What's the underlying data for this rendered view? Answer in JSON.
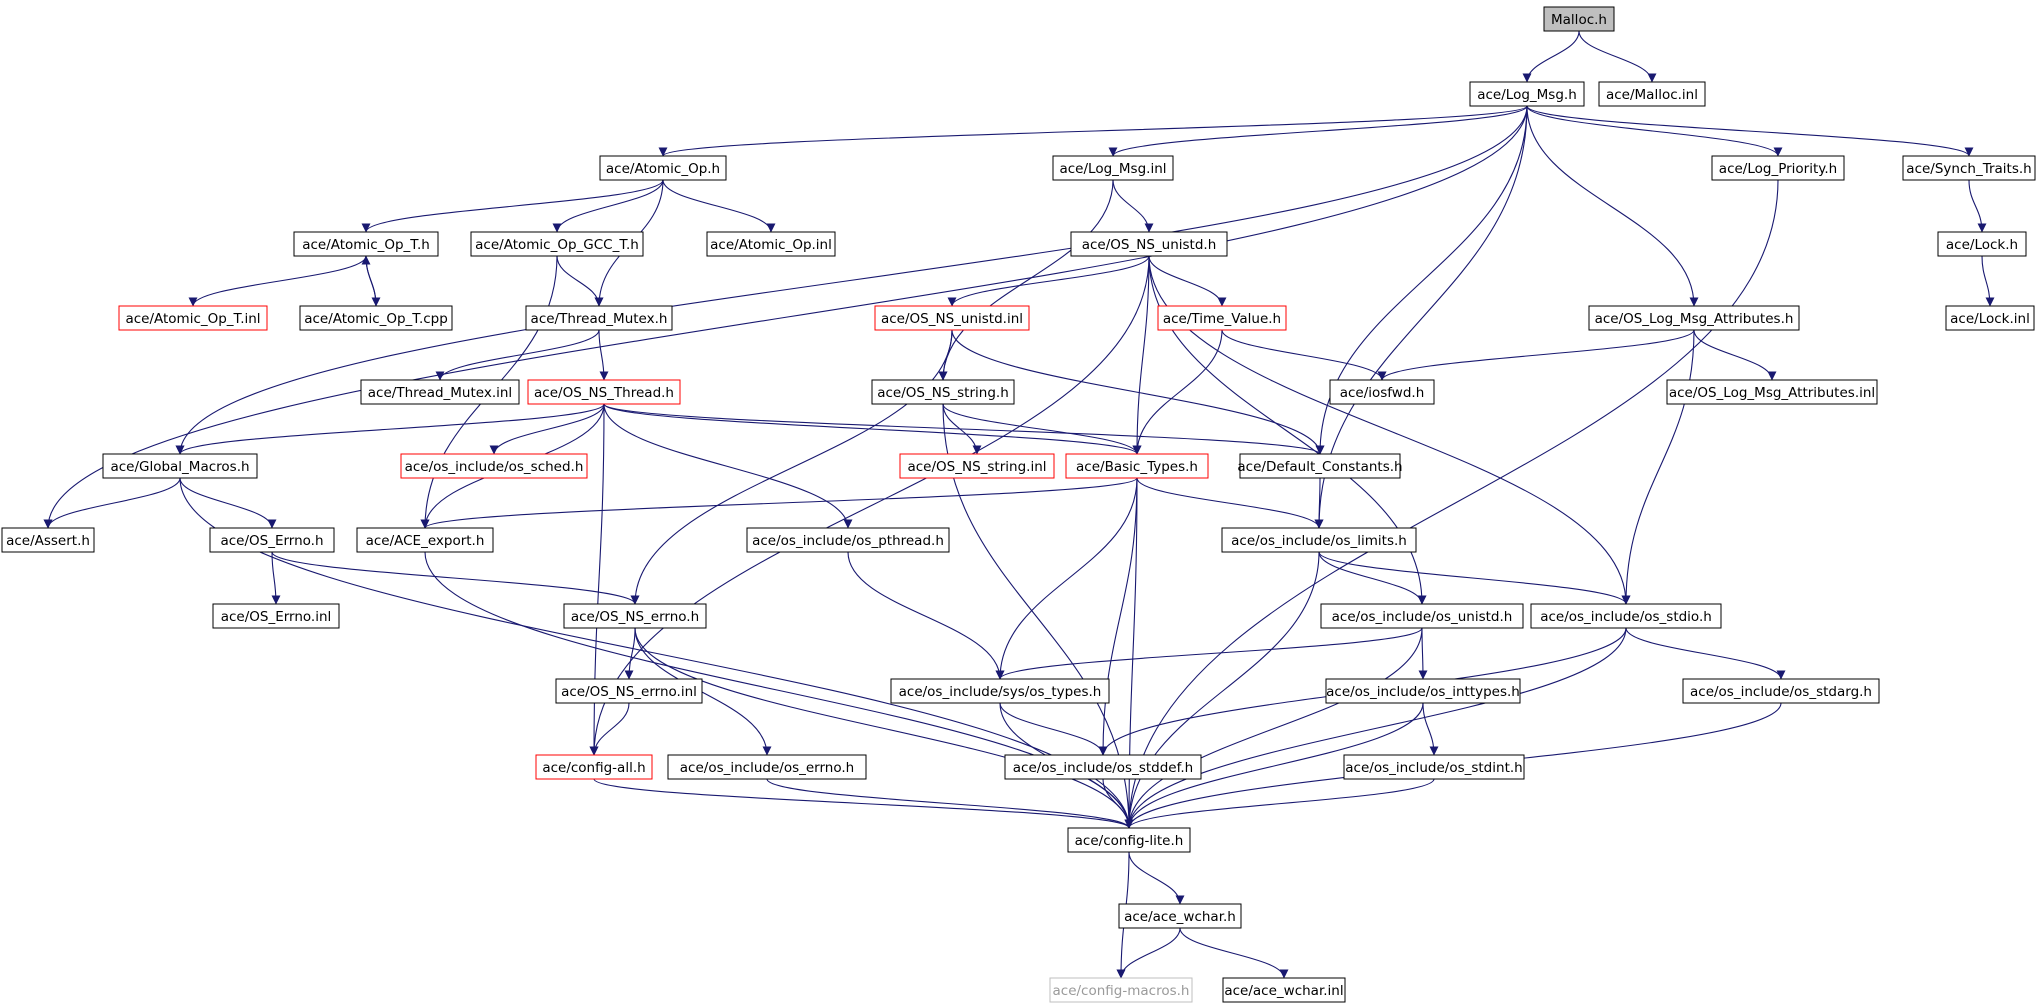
{
  "colors": {
    "edge": "#191970",
    "border_default": "#000000",
    "border_incomplete": "#ff0000",
    "border_external": "#bfbfbf",
    "fill_root": "#bfbfbf",
    "fill_default": "#ffffff"
  },
  "nodes": [
    {
      "id": "malloc_h",
      "label": "Malloc.h",
      "style": "root"
    },
    {
      "id": "log_msg_h",
      "label": "ace/Log_Msg.h",
      "style": "normal"
    },
    {
      "id": "malloc_inl",
      "label": "ace/Malloc.inl",
      "style": "normal"
    },
    {
      "id": "atomic_op_h",
      "label": "ace/Atomic_Op.h",
      "style": "normal"
    },
    {
      "id": "log_msg_inl",
      "label": "ace/Log_Msg.inl",
      "style": "normal"
    },
    {
      "id": "log_priority_h",
      "label": "ace/Log_Priority.h",
      "style": "normal"
    },
    {
      "id": "synch_traits_h",
      "label": "ace/Synch_Traits.h",
      "style": "normal"
    },
    {
      "id": "atomic_op_t_h",
      "label": "ace/Atomic_Op_T.h",
      "style": "normal"
    },
    {
      "id": "atomic_op_gcc_t_h",
      "label": "ace/Atomic_Op_GCC_T.h",
      "style": "normal"
    },
    {
      "id": "atomic_op_inl",
      "label": "ace/Atomic_Op.inl",
      "style": "normal"
    },
    {
      "id": "os_ns_unistd_h",
      "label": "ace/OS_NS_unistd.h",
      "style": "normal"
    },
    {
      "id": "lock_h",
      "label": "ace/Lock.h",
      "style": "normal"
    },
    {
      "id": "atomic_op_t_inl",
      "label": "ace/Atomic_Op_T.inl",
      "style": "red"
    },
    {
      "id": "atomic_op_t_cpp",
      "label": "ace/Atomic_Op_T.cpp",
      "style": "normal"
    },
    {
      "id": "thread_mutex_h",
      "label": "ace/Thread_Mutex.h",
      "style": "normal"
    },
    {
      "id": "os_ns_unistd_inl",
      "label": "ace/OS_NS_unistd.inl",
      "style": "red"
    },
    {
      "id": "time_value_h",
      "label": "ace/Time_Value.h",
      "style": "red"
    },
    {
      "id": "os_log_msg_attributes_h",
      "label": "ace/OS_Log_Msg_Attributes.h",
      "style": "normal"
    },
    {
      "id": "lock_inl",
      "label": "ace/Lock.inl",
      "style": "normal"
    },
    {
      "id": "thread_mutex_inl",
      "label": "ace/Thread_Mutex.inl",
      "style": "normal"
    },
    {
      "id": "os_ns_thread_h",
      "label": "ace/OS_NS_Thread.h",
      "style": "red"
    },
    {
      "id": "os_ns_string_h",
      "label": "ace/OS_NS_string.h",
      "style": "normal"
    },
    {
      "id": "iosfwd_h",
      "label": "ace/iosfwd.h",
      "style": "normal"
    },
    {
      "id": "os_log_msg_attributes_inl",
      "label": "ace/OS_Log_Msg_Attributes.inl",
      "style": "normal"
    },
    {
      "id": "global_macros_h",
      "label": "ace/Global_Macros.h",
      "style": "normal"
    },
    {
      "id": "os_sched_h",
      "label": "ace/os_include/os_sched.h",
      "style": "red"
    },
    {
      "id": "os_ns_string_inl",
      "label": "ace/OS_NS_string.inl",
      "style": "red"
    },
    {
      "id": "basic_types_h",
      "label": "ace/Basic_Types.h",
      "style": "red"
    },
    {
      "id": "default_constants_h",
      "label": "ace/Default_Constants.h",
      "style": "normal"
    },
    {
      "id": "assert_h",
      "label": "ace/Assert.h",
      "style": "normal"
    },
    {
      "id": "os_errno_h",
      "label": "ace/OS_Errno.h",
      "style": "normal"
    },
    {
      "id": "ace_export_h",
      "label": "ace/ACE_export.h",
      "style": "normal"
    },
    {
      "id": "os_pthread_h",
      "label": "ace/os_include/os_pthread.h",
      "style": "normal"
    },
    {
      "id": "os_limits_h",
      "label": "ace/os_include/os_limits.h",
      "style": "normal"
    },
    {
      "id": "os_errno_inl",
      "label": "ace/OS_Errno.inl",
      "style": "normal"
    },
    {
      "id": "os_ns_errno_h",
      "label": "ace/OS_NS_errno.h",
      "style": "normal"
    },
    {
      "id": "os_unistd_h",
      "label": "ace/os_include/os_unistd.h",
      "style": "normal"
    },
    {
      "id": "os_stdio_h",
      "label": "ace/os_include/os_stdio.h",
      "style": "normal"
    },
    {
      "id": "os_ns_errno_inl",
      "label": "ace/OS_NS_errno.inl",
      "style": "normal"
    },
    {
      "id": "sys_os_types_h",
      "label": "ace/os_include/sys/os_types.h",
      "style": "normal"
    },
    {
      "id": "os_inttypes_h",
      "label": "ace/os_include/os_inttypes.h",
      "style": "normal"
    },
    {
      "id": "os_stdarg_h",
      "label": "ace/os_include/os_stdarg.h",
      "style": "normal"
    },
    {
      "id": "config_all_h",
      "label": "ace/config-all.h",
      "style": "red"
    },
    {
      "id": "os_errno_os_h",
      "label": "ace/os_include/os_errno.h",
      "style": "normal"
    },
    {
      "id": "os_stddef_h",
      "label": "ace/os_include/os_stddef.h",
      "style": "normal"
    },
    {
      "id": "os_stdint_h",
      "label": "ace/os_include/os_stdint.h",
      "style": "normal"
    },
    {
      "id": "config_lite_h",
      "label": "ace/config-lite.h",
      "style": "normal"
    },
    {
      "id": "ace_wchar_h",
      "label": "ace/ace_wchar.h",
      "style": "normal"
    },
    {
      "id": "config_macros_h",
      "label": "ace/config-macros.h",
      "style": "grey"
    },
    {
      "id": "ace_wchar_inl",
      "label": "ace/ace_wchar.inl",
      "style": "normal"
    }
  ],
  "edges": [
    [
      "malloc_h",
      "log_msg_h"
    ],
    [
      "malloc_h",
      "malloc_inl"
    ],
    [
      "log_msg_h",
      "atomic_op_h"
    ],
    [
      "log_msg_h",
      "log_msg_inl"
    ],
    [
      "log_msg_h",
      "log_priority_h"
    ],
    [
      "log_msg_h",
      "synch_traits_h"
    ],
    [
      "log_msg_h",
      "os_log_msg_attributes_h"
    ],
    [
      "log_msg_h",
      "default_constants_h"
    ],
    [
      "log_msg_h",
      "os_limits_h"
    ],
    [
      "log_msg_h",
      "global_macros_h"
    ],
    [
      "log_msg_h",
      "assert_h"
    ],
    [
      "atomic_op_h",
      "atomic_op_t_h"
    ],
    [
      "atomic_op_h",
      "atomic_op_gcc_t_h"
    ],
    [
      "atomic_op_h",
      "atomic_op_inl"
    ],
    [
      "atomic_op_h",
      "thread_mutex_h"
    ],
    [
      "log_msg_inl",
      "os_ns_unistd_h"
    ],
    [
      "log_msg_inl",
      "os_ns_string_h"
    ],
    [
      "log_priority_h",
      "config_lite_h"
    ],
    [
      "synch_traits_h",
      "lock_h"
    ],
    [
      "lock_h",
      "lock_inl"
    ],
    [
      "atomic_op_t_h",
      "atomic_op_t_inl"
    ],
    [
      "atomic_op_t_h",
      "atomic_op_t_cpp"
    ],
    [
      "atomic_op_t_cpp",
      "atomic_op_t_h"
    ],
    [
      "atomic_op_gcc_t_h",
      "thread_mutex_h"
    ],
    [
      "atomic_op_gcc_t_h",
      "ace_export_h"
    ],
    [
      "os_ns_unistd_h",
      "os_ns_unistd_inl"
    ],
    [
      "os_ns_unistd_h",
      "time_value_h"
    ],
    [
      "os_ns_unistd_h",
      "basic_types_h"
    ],
    [
      "os_ns_unistd_h",
      "os_unistd_h"
    ],
    [
      "os_ns_unistd_h",
      "os_stdio_h"
    ],
    [
      "os_ns_unistd_h",
      "config_all_h"
    ],
    [
      "thread_mutex_h",
      "thread_mutex_inl"
    ],
    [
      "thread_mutex_h",
      "os_ns_thread_h"
    ],
    [
      "os_ns_unistd_inl",
      "os_ns_string_h"
    ],
    [
      "os_ns_unistd_inl",
      "default_constants_h"
    ],
    [
      "os_ns_unistd_inl",
      "os_ns_errno_h"
    ],
    [
      "time_value_h",
      "iosfwd_h"
    ],
    [
      "time_value_h",
      "basic_types_h"
    ],
    [
      "os_log_msg_attributes_h",
      "iosfwd_h"
    ],
    [
      "os_log_msg_attributes_h",
      "os_log_msg_attributes_inl"
    ],
    [
      "os_log_msg_attributes_h",
      "os_stdio_h"
    ],
    [
      "os_ns_thread_h",
      "global_macros_h"
    ],
    [
      "os_ns_thread_h",
      "os_sched_h"
    ],
    [
      "os_ns_thread_h",
      "ace_export_h"
    ],
    [
      "os_ns_thread_h",
      "os_pthread_h"
    ],
    [
      "os_ns_thread_h",
      "config_all_h"
    ],
    [
      "os_ns_thread_h",
      "basic_types_h"
    ],
    [
      "os_ns_thread_h",
      "default_constants_h"
    ],
    [
      "os_ns_string_h",
      "os_ns_string_inl"
    ],
    [
      "os_ns_string_h",
      "basic_types_h"
    ],
    [
      "os_ns_string_h",
      "config_lite_h"
    ],
    [
      "global_macros_h",
      "assert_h"
    ],
    [
      "global_macros_h",
      "os_errno_h"
    ],
    [
      "global_macros_h",
      "config_lite_h"
    ],
    [
      "basic_types_h",
      "ace_export_h"
    ],
    [
      "basic_types_h",
      "os_limits_h"
    ],
    [
      "basic_types_h",
      "sys_os_types_h"
    ],
    [
      "basic_types_h",
      "os_stddef_h"
    ],
    [
      "basic_types_h",
      "config_lite_h"
    ],
    [
      "default_constants_h",
      "os_limits_h"
    ],
    [
      "os_errno_h",
      "os_errno_inl"
    ],
    [
      "os_errno_h",
      "os_ns_errno_h"
    ],
    [
      "ace_export_h",
      "config_lite_h"
    ],
    [
      "os_pthread_h",
      "sys_os_types_h"
    ],
    [
      "os_limits_h",
      "os_unistd_h"
    ],
    [
      "os_limits_h",
      "os_stdio_h"
    ],
    [
      "os_limits_h",
      "config_lite_h"
    ],
    [
      "os_ns_errno_h",
      "os_ns_errno_inl"
    ],
    [
      "os_ns_errno_h",
      "os_errno_os_h"
    ],
    [
      "os_ns_errno_h",
      "config_lite_h"
    ],
    [
      "os_unistd_h",
      "sys_os_types_h"
    ],
    [
      "os_unistd_h",
      "os_inttypes_h"
    ],
    [
      "os_unistd_h",
      "config_lite_h"
    ],
    [
      "os_stdio_h",
      "os_stdarg_h"
    ],
    [
      "os_stdio_h",
      "os_stddef_h"
    ],
    [
      "os_stdio_h",
      "config_lite_h"
    ],
    [
      "os_ns_errno_inl",
      "config_all_h"
    ],
    [
      "sys_os_types_h",
      "os_stddef_h"
    ],
    [
      "sys_os_types_h",
      "config_lite_h"
    ],
    [
      "os_inttypes_h",
      "os_stdint_h"
    ],
    [
      "os_inttypes_h",
      "config_lite_h"
    ],
    [
      "os_stdarg_h",
      "config_lite_h"
    ],
    [
      "config_all_h",
      "config_lite_h"
    ],
    [
      "os_errno_os_h",
      "config_lite_h"
    ],
    [
      "os_stddef_h",
      "config_lite_h"
    ],
    [
      "os_stdint_h",
      "config_lite_h"
    ],
    [
      "config_lite_h",
      "ace_wchar_h"
    ],
    [
      "config_lite_h",
      "config_macros_h"
    ],
    [
      "ace_wchar_h",
      "config_macros_h"
    ],
    [
      "ace_wchar_h",
      "ace_wchar_inl"
    ]
  ]
}
